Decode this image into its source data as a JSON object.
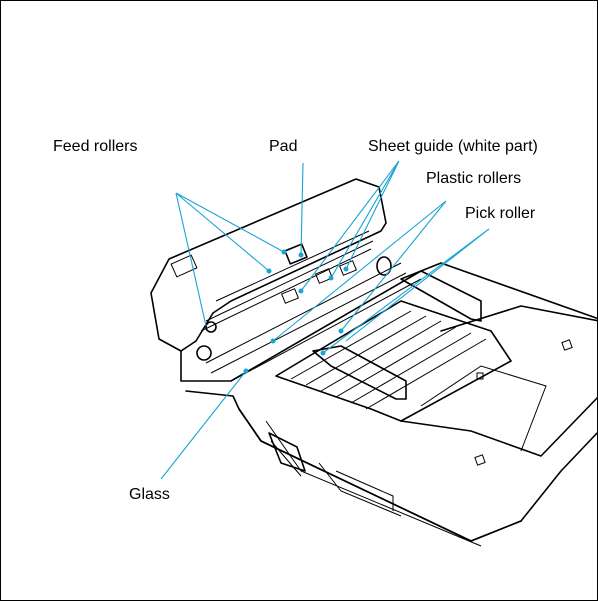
{
  "labels": {
    "feed_rollers": "Feed rollers",
    "pad": "Pad",
    "sheet_guide": "Sheet guide (white part)",
    "plastic_rollers": "Plastic rollers",
    "pick_roller": "Pick roller",
    "glass": "Glass"
  },
  "colors": {
    "callout": "#1aa3d4",
    "outline": "#000000",
    "background": "#ffffff"
  }
}
